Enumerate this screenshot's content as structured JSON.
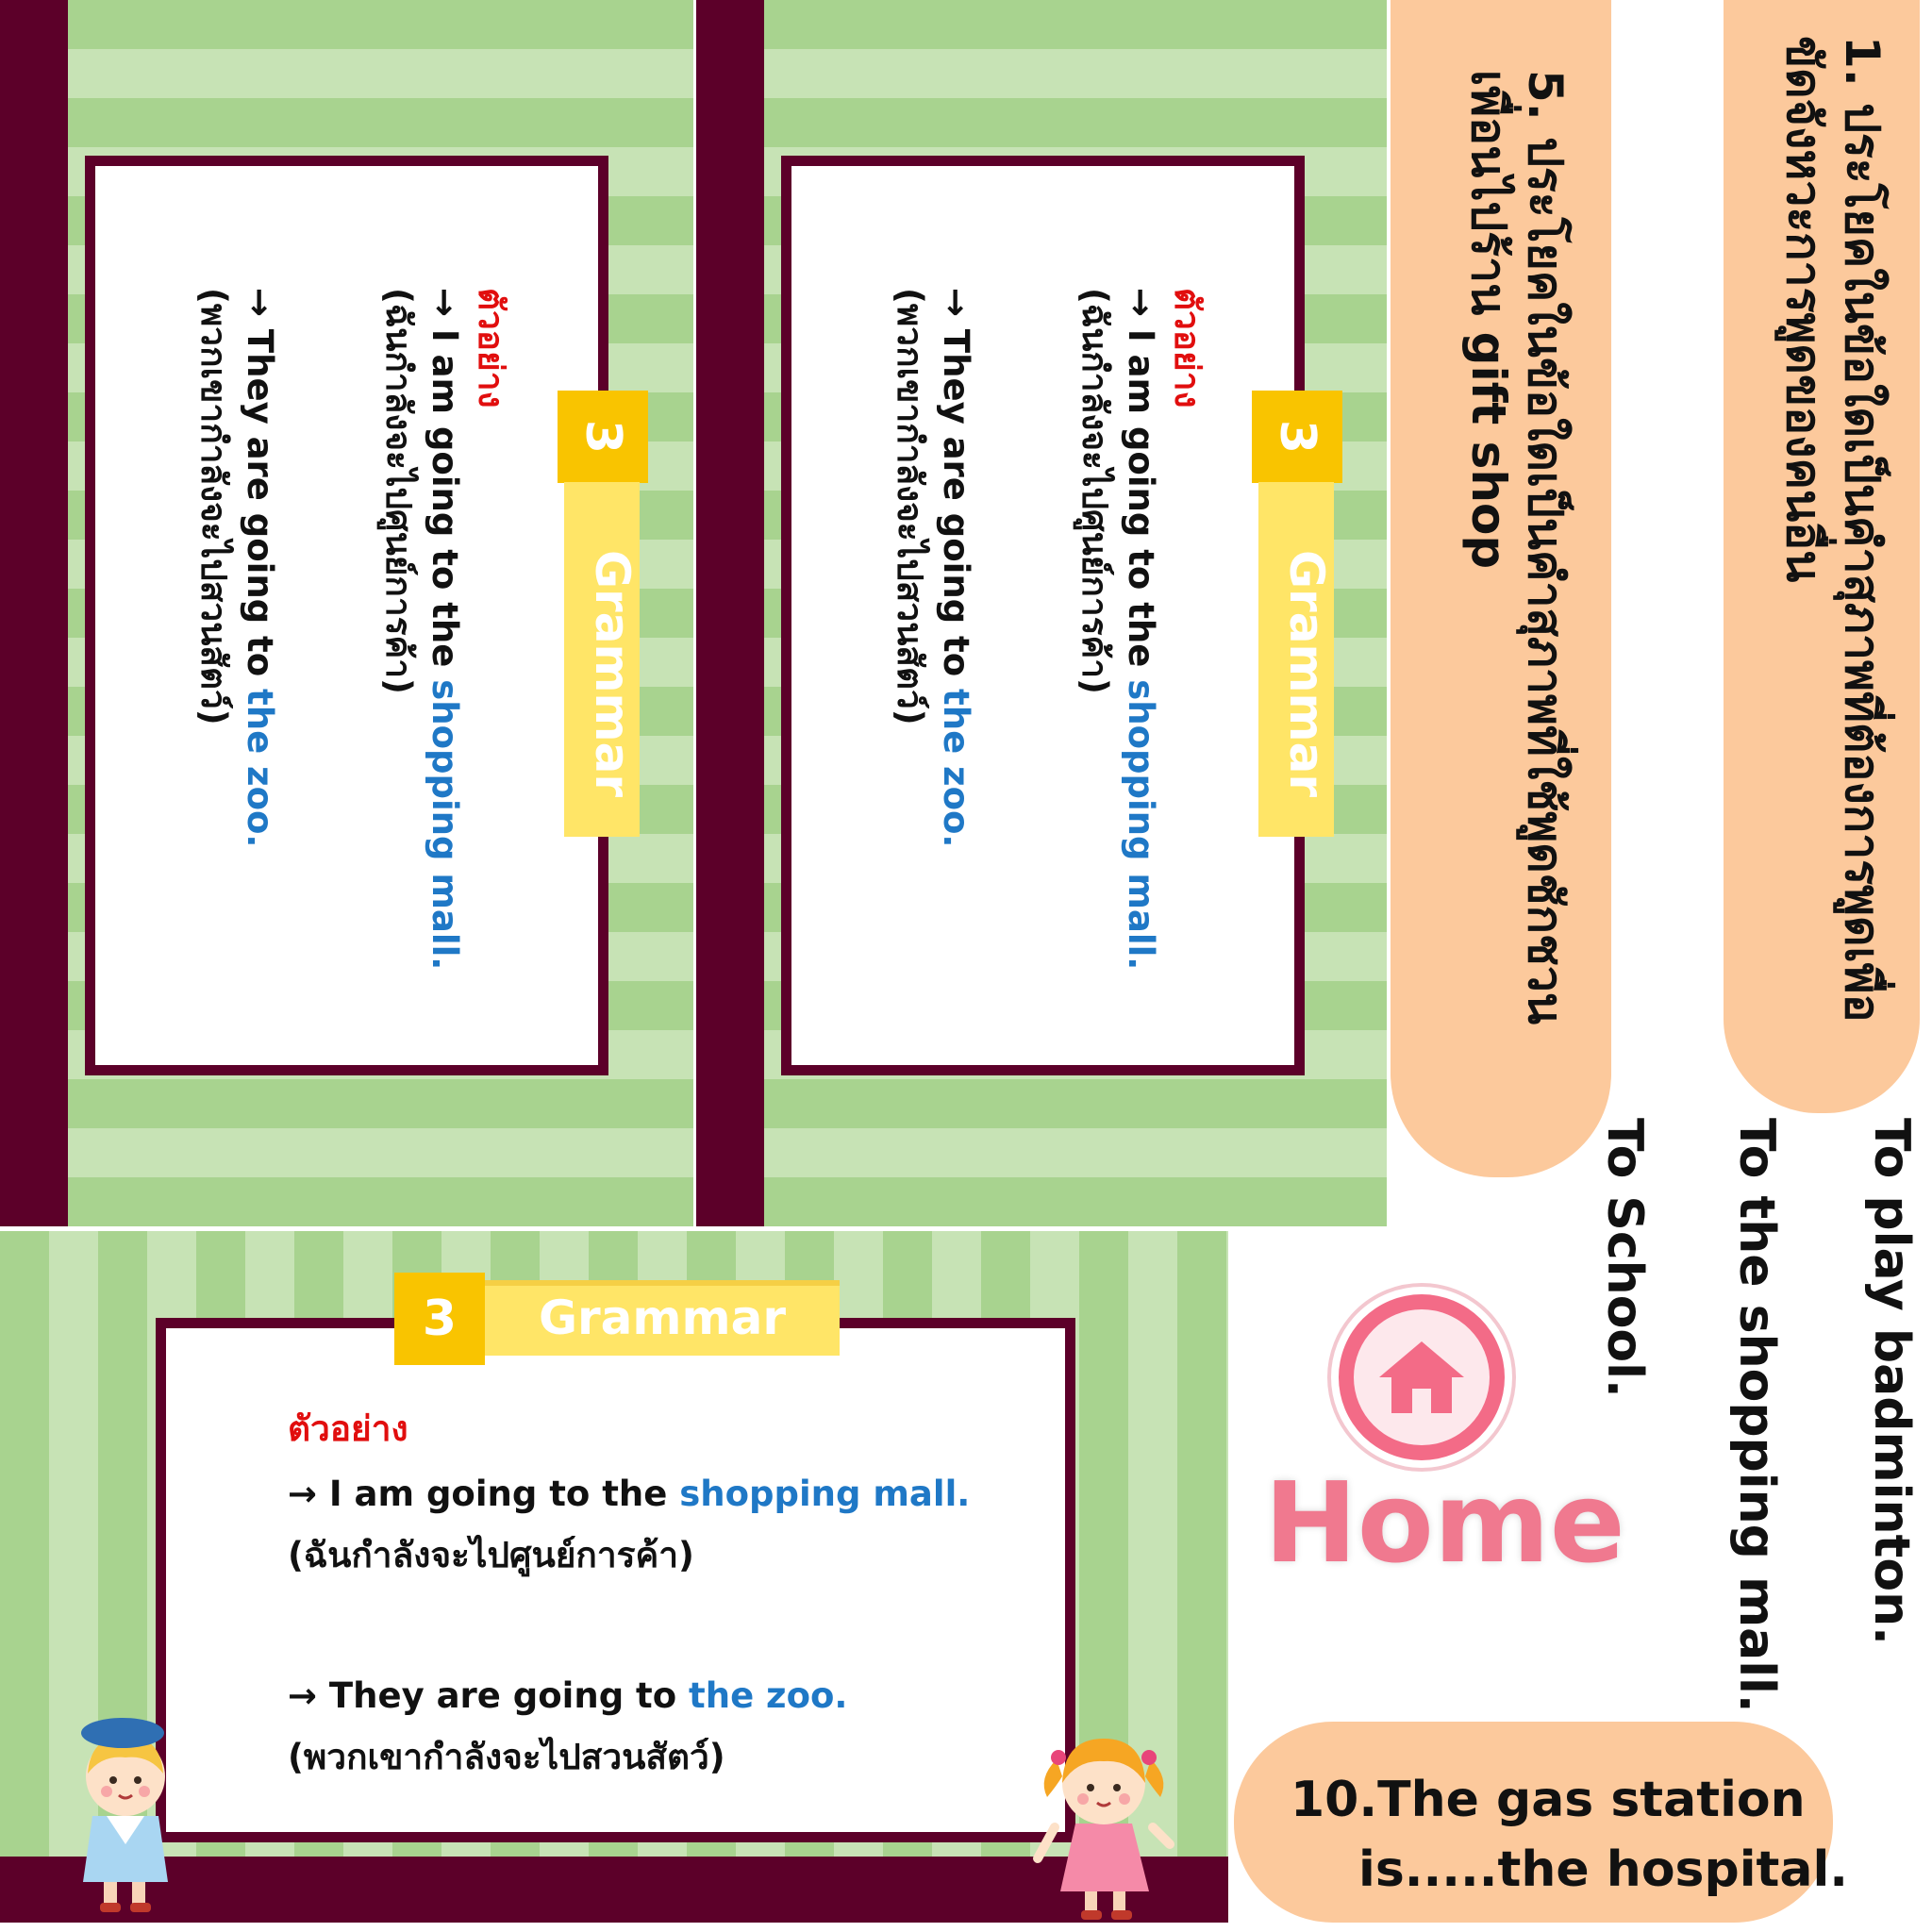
{
  "grammar_card": {
    "number": "3",
    "title": "Grammar",
    "example_heading": "ตัวอย่าง",
    "arrow": "→",
    "line1_prefix": " I am going to the ",
    "line1_highlight": "shopping mall.",
    "line1_translation": "(ฉันกำลังจะไปศูนย์การค้า)",
    "line2_prefix": " They are going to ",
    "line2_highlight": "the zoo.",
    "line2_translation": "(พวกเขากำลังจะไปสวนสัตว์)"
  },
  "questions": {
    "q1": "1. ประโยคในข้อใดเป็นคำสุภาพที่ต้องการพูดเพื่อขัดจังหวะการพูดของคนอื่น",
    "q5": "5. ประโยคในข้อใดเป็นคำสุภาพที่ใช้พูดชักชวนเพื่อนไปร้าน gift shop",
    "q10_line1": "10.The gas station",
    "q10_line2": "is.....the hospital."
  },
  "answers": [
    "To play badminton.",
    "To the shopping mall.",
    "To School."
  ],
  "home": {
    "label": "Home"
  },
  "colors": {
    "maroon": "#5c0029",
    "stripe_dark": "#a8d38f",
    "stripe_light": "#c7e3b5",
    "tab_gold": "#f9c400",
    "tab_yellow": "#ffe567",
    "highlight_blue": "#1f78c6",
    "heading_red": "#e10e0e",
    "pill_peach": "#fcc99c",
    "home_pink": "#f0798f"
  }
}
